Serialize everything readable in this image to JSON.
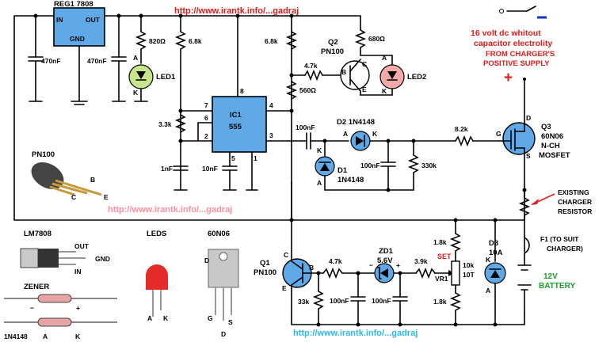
{
  "colors": {
    "wire": "#000000",
    "url_red": "#e01b1b",
    "url_pink": "#ff8fa0",
    "url_cyan": "#2cb7e6",
    "led_green": "#c7e58b",
    "led_red": "#f5a9a9",
    "battery_green": "#1a9e2a",
    "reg_blue": "#5fa9e8"
  },
  "urls": {
    "top": "http://www.irantk.info/...gadraj",
    "middle": "http://www.irantk.info/...gadraj",
    "bottom": "http://www.irantk.info/...gadraj"
  },
  "supply_note": {
    "line1": "16 volt dc whitout",
    "line2": "capacitor electrolity",
    "line3": "FROM CHARGER'S",
    "line4": "POSITIVE SUPPLY"
  },
  "reg": {
    "name": "REG1 7808",
    "in": "IN",
    "out": "OUT",
    "gnd": "GND"
  },
  "caps": {
    "c1": "470nF",
    "c2": "470nF",
    "c3": "1nF",
    "c4": "10nF",
    "c5": "100nF",
    "c6": "100nF",
    "c7": "100nF",
    "c8": "100nF"
  },
  "resistors": {
    "r820": "820Ω",
    "r68a": "6.8k",
    "r68b": "6.8k",
    "r680": "680Ω",
    "r47a": "4.7k",
    "r560": "560Ω",
    "r33": "3.3k",
    "r82": "8.2k",
    "r330": "330k",
    "r47b": "4.7k",
    "r39": "3.9k",
    "r18a": "1.8k",
    "r18b": "1.8k",
    "r33k": "33k"
  },
  "ic1": {
    "name": "IC1",
    "part": "555",
    "pins": [
      "7",
      "8",
      "4",
      "6",
      "2",
      "3",
      "5",
      "1"
    ]
  },
  "leds": {
    "led1": "LED1",
    "led2": "LED2",
    "a": "A",
    "k": "K"
  },
  "q2": {
    "name": "Q2",
    "part": "PN100",
    "b": "B",
    "c": "C",
    "e": "E"
  },
  "q3": {
    "name": "Q3",
    "part": "60N06",
    "type": "N-CH",
    "kind": "MOSFET",
    "d": "D",
    "g": "G",
    "s": "S"
  },
  "q1": {
    "name": "Q1",
    "part": "PN100",
    "b": "B",
    "c": "C",
    "e": "E"
  },
  "d2": {
    "name": "D2 1N4148",
    "a": "A",
    "k": "K"
  },
  "d1": {
    "name": "D1",
    "part": "1N4148",
    "a": "A",
    "k": "K"
  },
  "zd1": {
    "name": "ZD1",
    "value": "5.6V"
  },
  "vr1": {
    "name": "VR1",
    "value": "10k",
    "turns": "10T",
    "set": "SET"
  },
  "d3": {
    "name": "D3",
    "current": "10A",
    "a": "A",
    "k": "K"
  },
  "existing": {
    "line1": "EXISTING",
    "line2": "CHARGER",
    "line3": "RESISTOR"
  },
  "fuse": {
    "line1": "F1 (TO SUIT",
    "line2": "CHARGER)"
  },
  "battery": {
    "line1": "12V",
    "line2": "BATTERY"
  },
  "legend": {
    "pn100": "PN100",
    "b": "B",
    "c": "C",
    "e": "E",
    "lm7808": "LM7808",
    "out": "OUT",
    "gnd": "GND",
    "in": "IN",
    "zener": "ZENER",
    "d1n4148": "1N4148",
    "a": "A",
    "k": "K",
    "leds": "LEDS",
    "la": "A",
    "lk": "K",
    "mosfet": "60N06",
    "md": "D",
    "mg": "G",
    "ms": "S",
    "minus": "−",
    "plus": "+"
  },
  "top_symbol": {
    "plus": "+"
  }
}
